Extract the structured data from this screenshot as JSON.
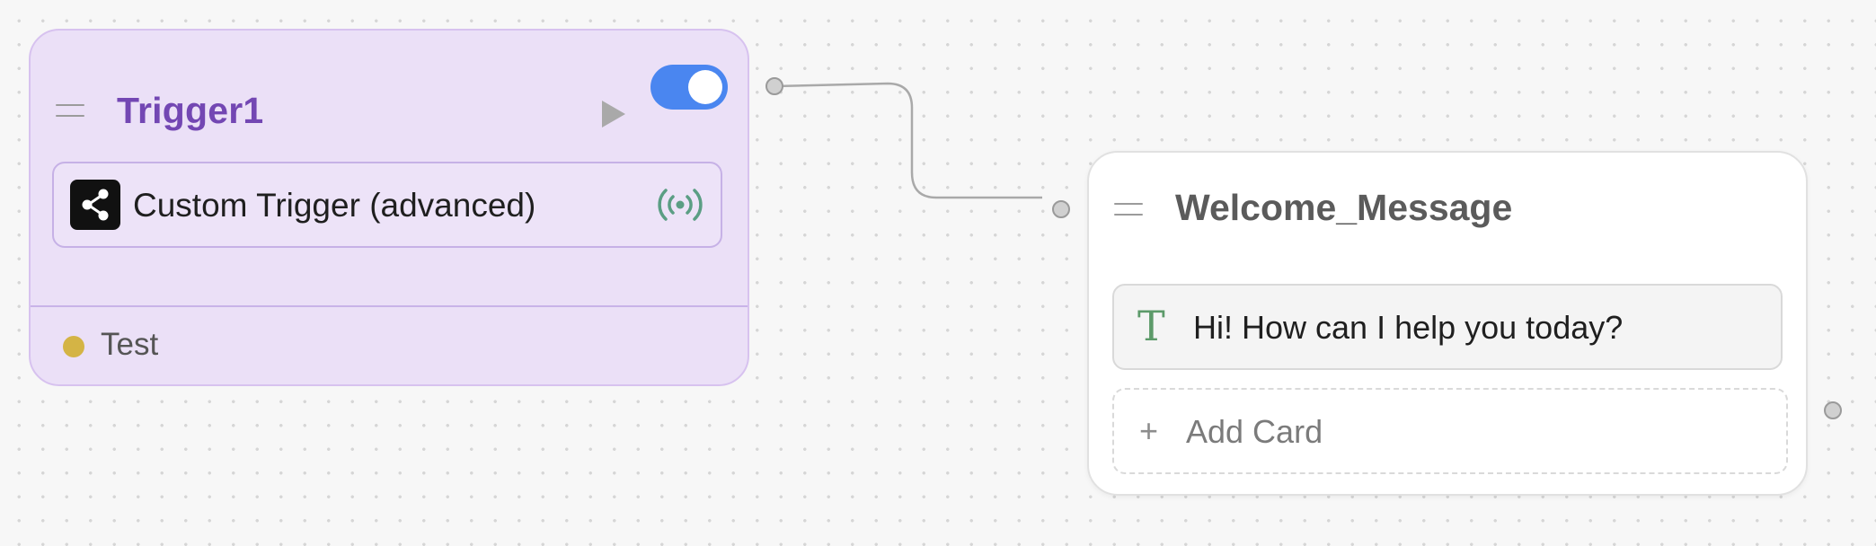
{
  "colors": {
    "canvas_bg": "#f7f7f7",
    "trigger_node_bg": "#ebe0f7",
    "trigger_title": "#7347b3",
    "toggle_on": "#4a86f0",
    "status_dot": "#d4b445",
    "broadcast_icon": "#5b9e84",
    "text_icon": "#5c9a69"
  },
  "trigger_node": {
    "title": "Trigger1",
    "drag_icon": "drag-handle-icon",
    "play_icon": "play-icon",
    "enabled": true,
    "card": {
      "icon": "share-icon",
      "label": "Custom Trigger (advanced)",
      "status_icon": "broadcast-icon"
    },
    "footer": {
      "status_label": "Test"
    }
  },
  "message_node": {
    "title": "Welcome_Message",
    "drag_icon": "drag-handle-icon",
    "cards": [
      {
        "icon": "text-icon",
        "icon_glyph": "T",
        "label": "Hi! How can I help you today?"
      }
    ],
    "add_card": {
      "icon": "plus-icon",
      "icon_glyph": "+",
      "label": "Add Card"
    }
  }
}
